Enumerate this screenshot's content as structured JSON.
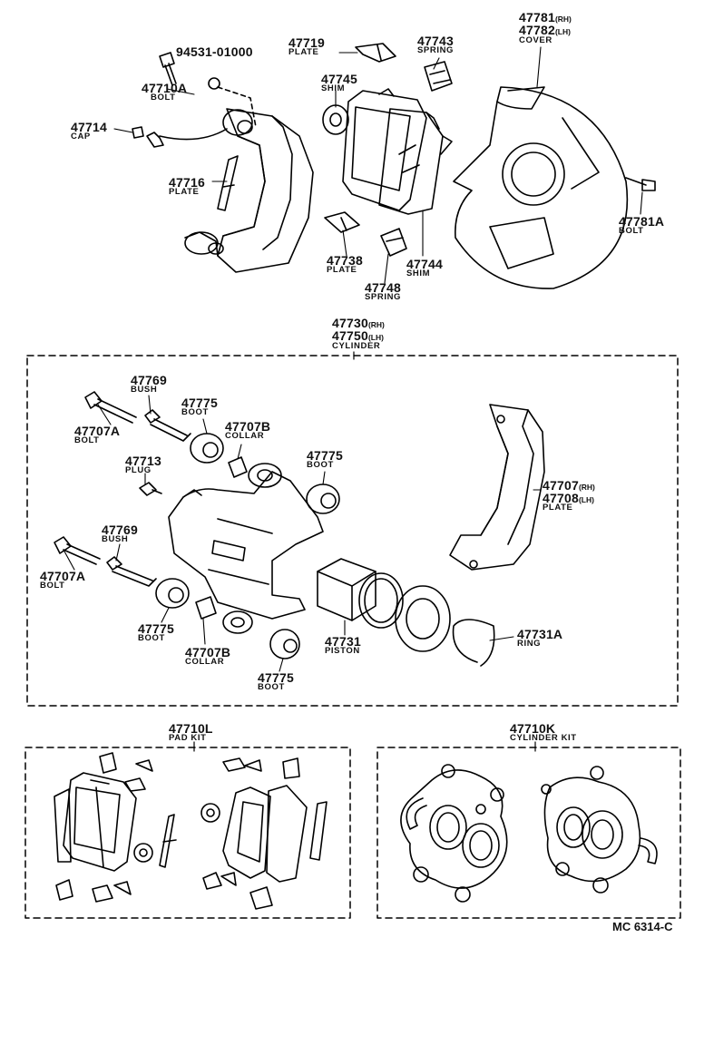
{
  "diagram_code": "MC 6314-C",
  "parts": {
    "p94531": {
      "num": "94531-01000"
    },
    "p47710A": {
      "num": "47710A",
      "desc": "BOLT"
    },
    "p47714": {
      "num": "47714",
      "desc": "CAP"
    },
    "p47716": {
      "num": "47716",
      "desc": "PLATE"
    },
    "p47719": {
      "num": "47719",
      "desc": "PLATE"
    },
    "p47743": {
      "num": "47743",
      "desc": "SPRING"
    },
    "p47745": {
      "num": "47745",
      "desc": "SHIM"
    },
    "p47781": {
      "num": "47781",
      "sfx": "(RH)"
    },
    "p47782": {
      "num": "47782",
      "sfx": "(LH)",
      "desc": "COVER"
    },
    "p47781A": {
      "num": "47781A",
      "desc": "BOLT"
    },
    "p47738": {
      "num": "47738",
      "desc": "PLATE"
    },
    "p47744": {
      "num": "47744",
      "desc": "SHIM"
    },
    "p47748": {
      "num": "47748",
      "desc": "SPRING"
    },
    "p47730": {
      "num": "47730",
      "sfx": "(RH)"
    },
    "p47750": {
      "num": "47750",
      "sfx": "(LH)",
      "desc": "CYLINDER"
    },
    "p47769a": {
      "num": "47769",
      "desc": "BUSH"
    },
    "p47775a": {
      "num": "47775",
      "desc": "BOOT"
    },
    "p47707Ba": {
      "num": "47707B",
      "desc": "COLLAR"
    },
    "p47707Aa": {
      "num": "47707A",
      "desc": "BOLT"
    },
    "p47713": {
      "num": "47713",
      "desc": "PLUG"
    },
    "p47775b": {
      "num": "47775",
      "desc": "BOOT"
    },
    "p47707": {
      "num": "47707",
      "sfx": "(RH)"
    },
    "p47708": {
      "num": "47708",
      "sfx": "(LH)",
      "desc": "PLATE"
    },
    "p47769b": {
      "num": "47769",
      "desc": "BUSH"
    },
    "p47707Ab": {
      "num": "47707A",
      "desc": "BOLT"
    },
    "p47775c": {
      "num": "47775",
      "desc": "BOOT"
    },
    "p47707Bb": {
      "num": "47707B",
      "desc": "COLLAR"
    },
    "p47731": {
      "num": "47731",
      "desc": "PISTON"
    },
    "p47731A": {
      "num": "47731A",
      "desc": "RING"
    },
    "p47775d": {
      "num": "47775",
      "desc": "BOOT"
    },
    "p47710L": {
      "num": "47710L",
      "desc": "PAD KIT"
    },
    "p47710K": {
      "num": "47710K",
      "desc": "CYLINDER KIT"
    }
  }
}
